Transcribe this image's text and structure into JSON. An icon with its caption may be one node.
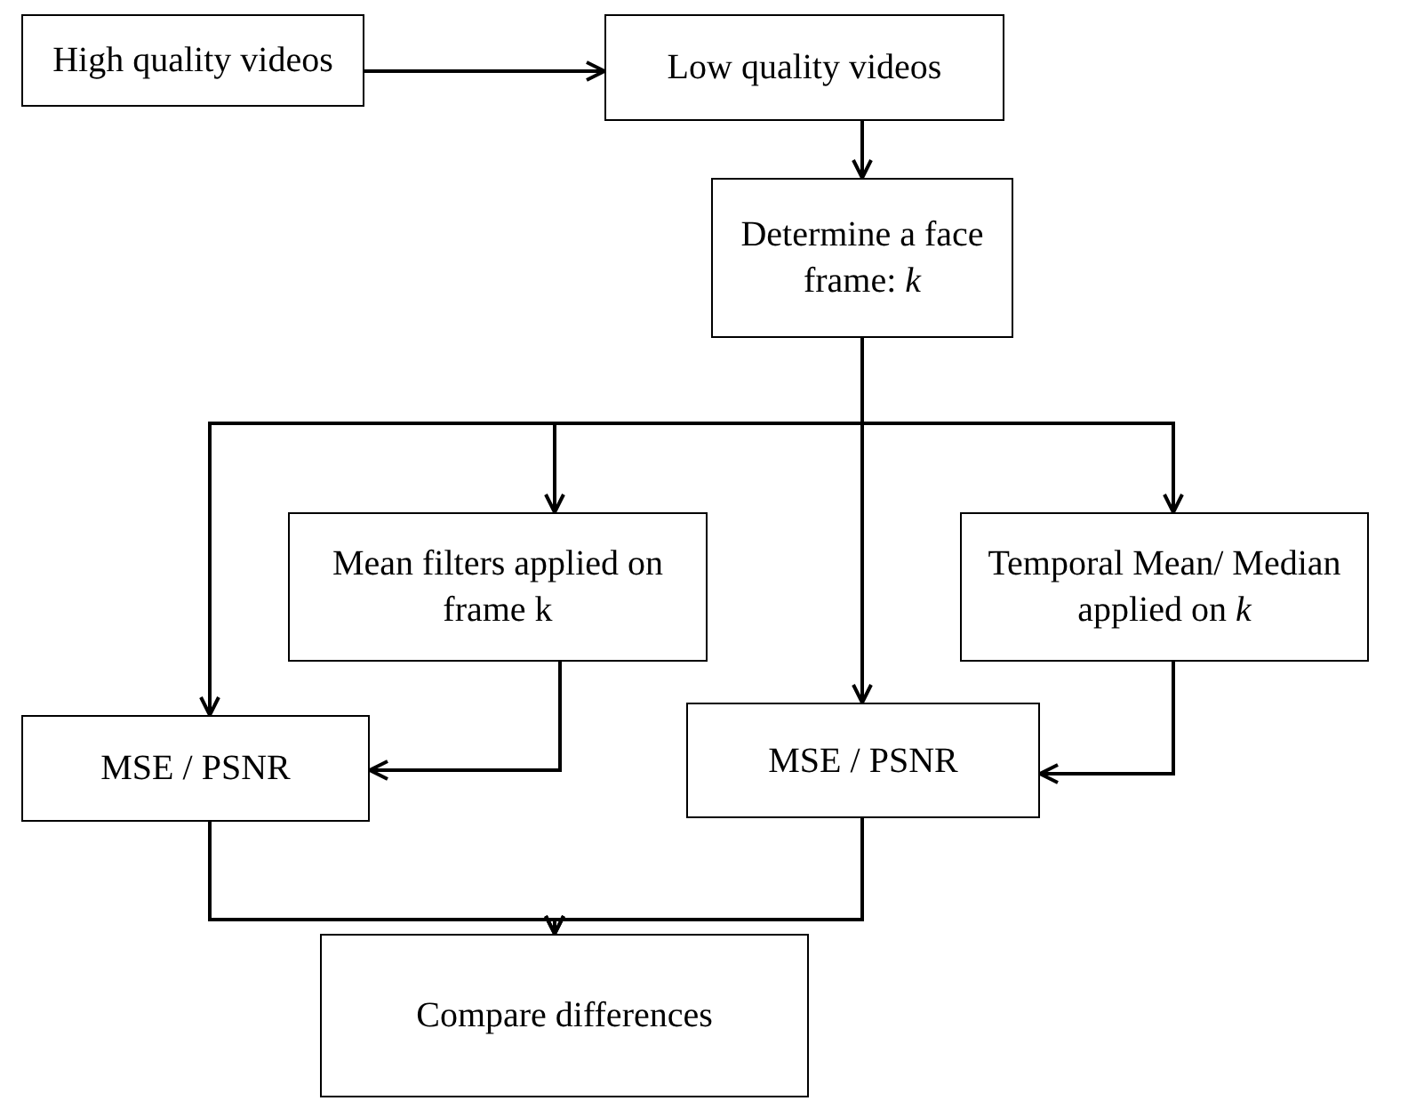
{
  "diagram": {
    "nodes": [
      {
        "text": [
          "High quality videos"
        ]
      },
      {
        "text": [
          "Low quality videos"
        ]
      },
      {
        "text": [
          "Determine a face frame:  *k*"
        ]
      },
      {
        "text": [
          "Mean filters applied on frame k"
        ]
      },
      {
        "text": [
          "Temporal Mean/ Median applied on *k*"
        ]
      },
      {
        "text": [
          "MSE / PSNR"
        ]
      },
      {
        "text": [
          "MSE / PSNR"
        ]
      },
      {
        "text": [
          "Compare differences"
        ]
      }
    ],
    "edges": [
      {
        "from": 0,
        "to": 1,
        "arrow": "to"
      },
      {
        "from": 1,
        "to": 2,
        "arrow": "to"
      },
      {
        "from": 2,
        "to": 5,
        "arrow": "to"
      },
      {
        "from": 2,
        "to": 3,
        "arrow": "to"
      },
      {
        "from": 2,
        "to": 6,
        "arrow": "to"
      },
      {
        "from": 2,
        "to": 4,
        "arrow": "to"
      },
      {
        "from": 3,
        "to": 5,
        "arrow": "to"
      },
      {
        "from": 4,
        "to": 6,
        "arrow": "to"
      },
      {
        "from": 5,
        "to": 7,
        "arrow": "to"
      },
      {
        "from": 6,
        "to": 7,
        "arrow": "to"
      }
    ]
  }
}
